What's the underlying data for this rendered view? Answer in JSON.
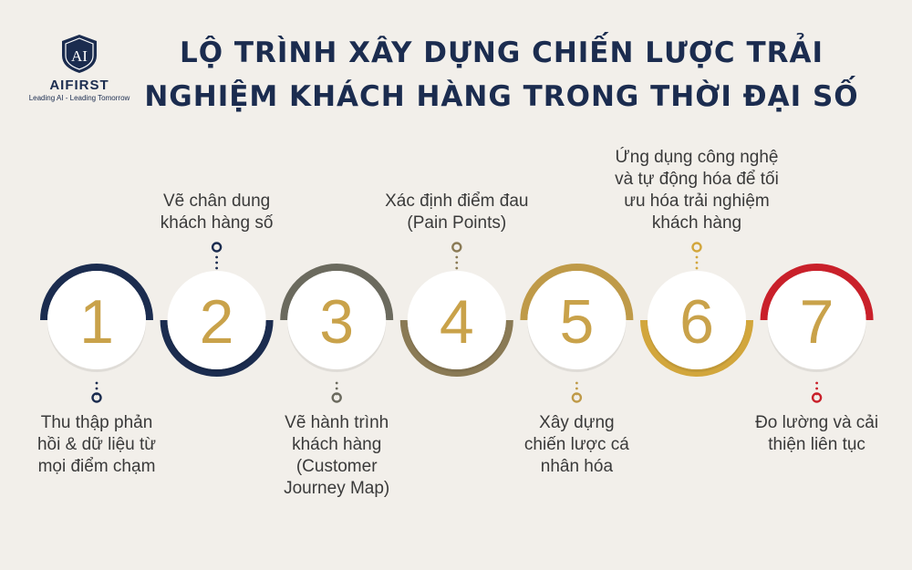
{
  "logo": {
    "mark": "AI",
    "brand": "AIFIRST",
    "tagline": "Leading AI - Leading Tomorrow"
  },
  "title": {
    "line1": "LỘ TRÌNH XÂY DỰNG CHIẾN LƯỢC TRẢI",
    "line2": "NGHIỆM KHÁCH HÀNG TRONG THỜI ĐẠI SỐ"
  },
  "steps": [
    {
      "number": "1",
      "color": "#1b2c4f",
      "arc": "top",
      "label_pos": "below",
      "label_lines": [
        "Thu thập phản",
        "hồi & dữ liệu từ",
        "mọi điểm chạm"
      ]
    },
    {
      "number": "2",
      "color": "#1b2c4f",
      "arc": "bottom",
      "label_pos": "above",
      "label_lines": [
        "Vẽ chân dung",
        "khách hàng số"
      ]
    },
    {
      "number": "3",
      "color": "#6b6a5e",
      "arc": "top",
      "label_pos": "below",
      "label_lines": [
        "Vẽ hành trình",
        "khách hàng",
        "(Customer",
        "Journey Map)"
      ]
    },
    {
      "number": "4",
      "color": "#8a7a55",
      "arc": "bottom",
      "label_pos": "above",
      "label_lines": [
        "Xác định điểm đau",
        "(Pain Points)"
      ]
    },
    {
      "number": "5",
      "color": "#bf9a48",
      "arc": "top",
      "label_pos": "below",
      "label_lines": [
        "Xây dựng",
        "chiến lược cá",
        "nhân hóa"
      ]
    },
    {
      "number": "6",
      "color": "#d2a63c",
      "arc": "bottom",
      "label_pos": "above",
      "label_lines": [
        "Ứng dụng công nghệ",
        "và tự động hóa để tối",
        "ưu hóa trải nghiệm",
        "khách hàng"
      ]
    },
    {
      "number": "7",
      "color": "#c9202a",
      "arc": "top",
      "label_pos": "below",
      "label_lines": [
        "Đo lường và cải",
        "thiện liên tục"
      ]
    }
  ],
  "colors": {
    "background": "#f2efea",
    "number": "#c9a24a",
    "title": "#1b2c4f",
    "circle": "#ffffff"
  }
}
